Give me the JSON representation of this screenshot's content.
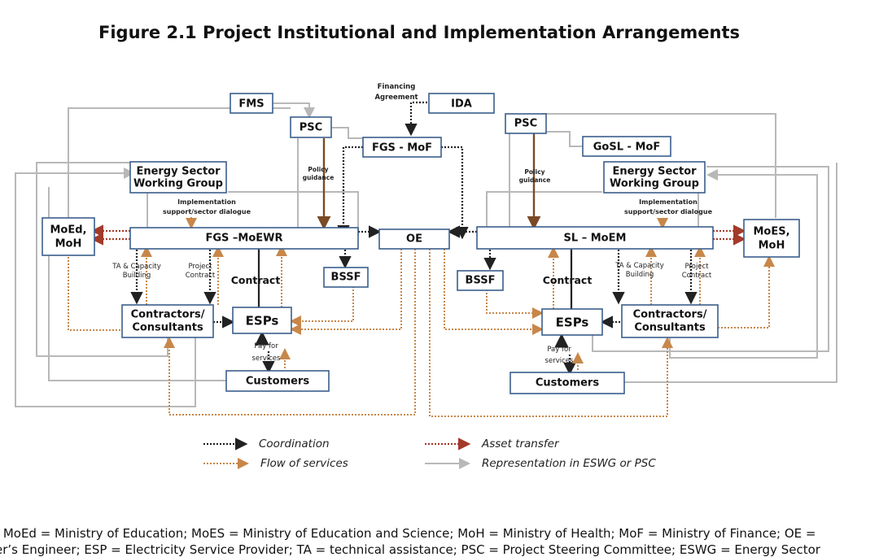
{
  "title": "Figure 2.1 Project Institutional and Implementation Arrangements",
  "nodes": {
    "fms": "FMS",
    "psc_left": "PSC",
    "financing_agreement_1": "Financing",
    "financing_agreement_2": "Agreement",
    "ida": "IDA",
    "fgs_mof": "FGS - MoF",
    "psc_right": "PSC",
    "gosl_mof": "GoSL - MoF",
    "eswg_left_1": "Energy Sector",
    "eswg_left_2": "Working Group",
    "eswg_right_1": "Energy Sector",
    "eswg_right_2": "Working Group",
    "moed_moh_1": "MoEd,",
    "moed_moh_2": "MoH",
    "fgs_moewr": "FGS –MoEWR",
    "oe": "OE",
    "sl_moem": "SL – MoEM",
    "moes_moh_1": "MoES,",
    "moes_moh_2": "MoH",
    "bssf_left": "BSSF",
    "bssf_right": "BSSF",
    "contractors_left_1": "Contractors/",
    "contractors_left_2": "Consultants",
    "esps_left": "ESPs",
    "esps_right": "ESPs",
    "contractors_right_1": "Contractors/",
    "contractors_right_2": "Consultants",
    "customers_left": "Customers",
    "customers_right": "Customers"
  },
  "labels": {
    "policy_guidance_left_1": "Policy",
    "policy_guidance_left_2": "guidance",
    "policy_guidance_right_1": "Policy",
    "policy_guidance_right_2": "guidance",
    "impl_support_left_1": "Implementation",
    "impl_support_left_2": "support/sector dialogue",
    "impl_support_right_1": "Implementation",
    "impl_support_right_2": "support/sector dialogue",
    "ta_left_1": "TA & Capacity",
    "ta_left_2": "Building",
    "project_contract_left_1": "Project",
    "project_contract_left_2": "Contract",
    "ta_right_1": "TA & Capacity",
    "ta_right_2": "Building",
    "project_contract_right_1": "Project",
    "project_contract_right_2": "Contract",
    "contract_left": "Contract",
    "contract_right": "Contract",
    "pay_left_1": "Pay for",
    "pay_left_2": "services",
    "pay_right_1": "Pay for",
    "pay_right_2": "services"
  },
  "legend": {
    "coordination": "Coordination",
    "flow_of_services": "Flow of services",
    "asset_transfer": "Asset transfer",
    "representation": "Representation in ESWG or PSC"
  },
  "colors": {
    "box_border": "#3a5e8c",
    "coordination": "#222222",
    "flow_of_services": "#c8874a",
    "asset_transfer": "#a33a2a",
    "representation": "#b8b8b8"
  },
  "footnote": {
    "line1": ": MoEd = Ministry of Education; MoES = Ministry of Education and Science; MoH = Ministry of Health; MoF = Ministry of Finance; OE =",
    "line2": "er’s Engineer; ESP = Electricity Service Provider; TA = technical assistance; PSC = Project Steering Committee; ESWG = Energy Sector"
  }
}
